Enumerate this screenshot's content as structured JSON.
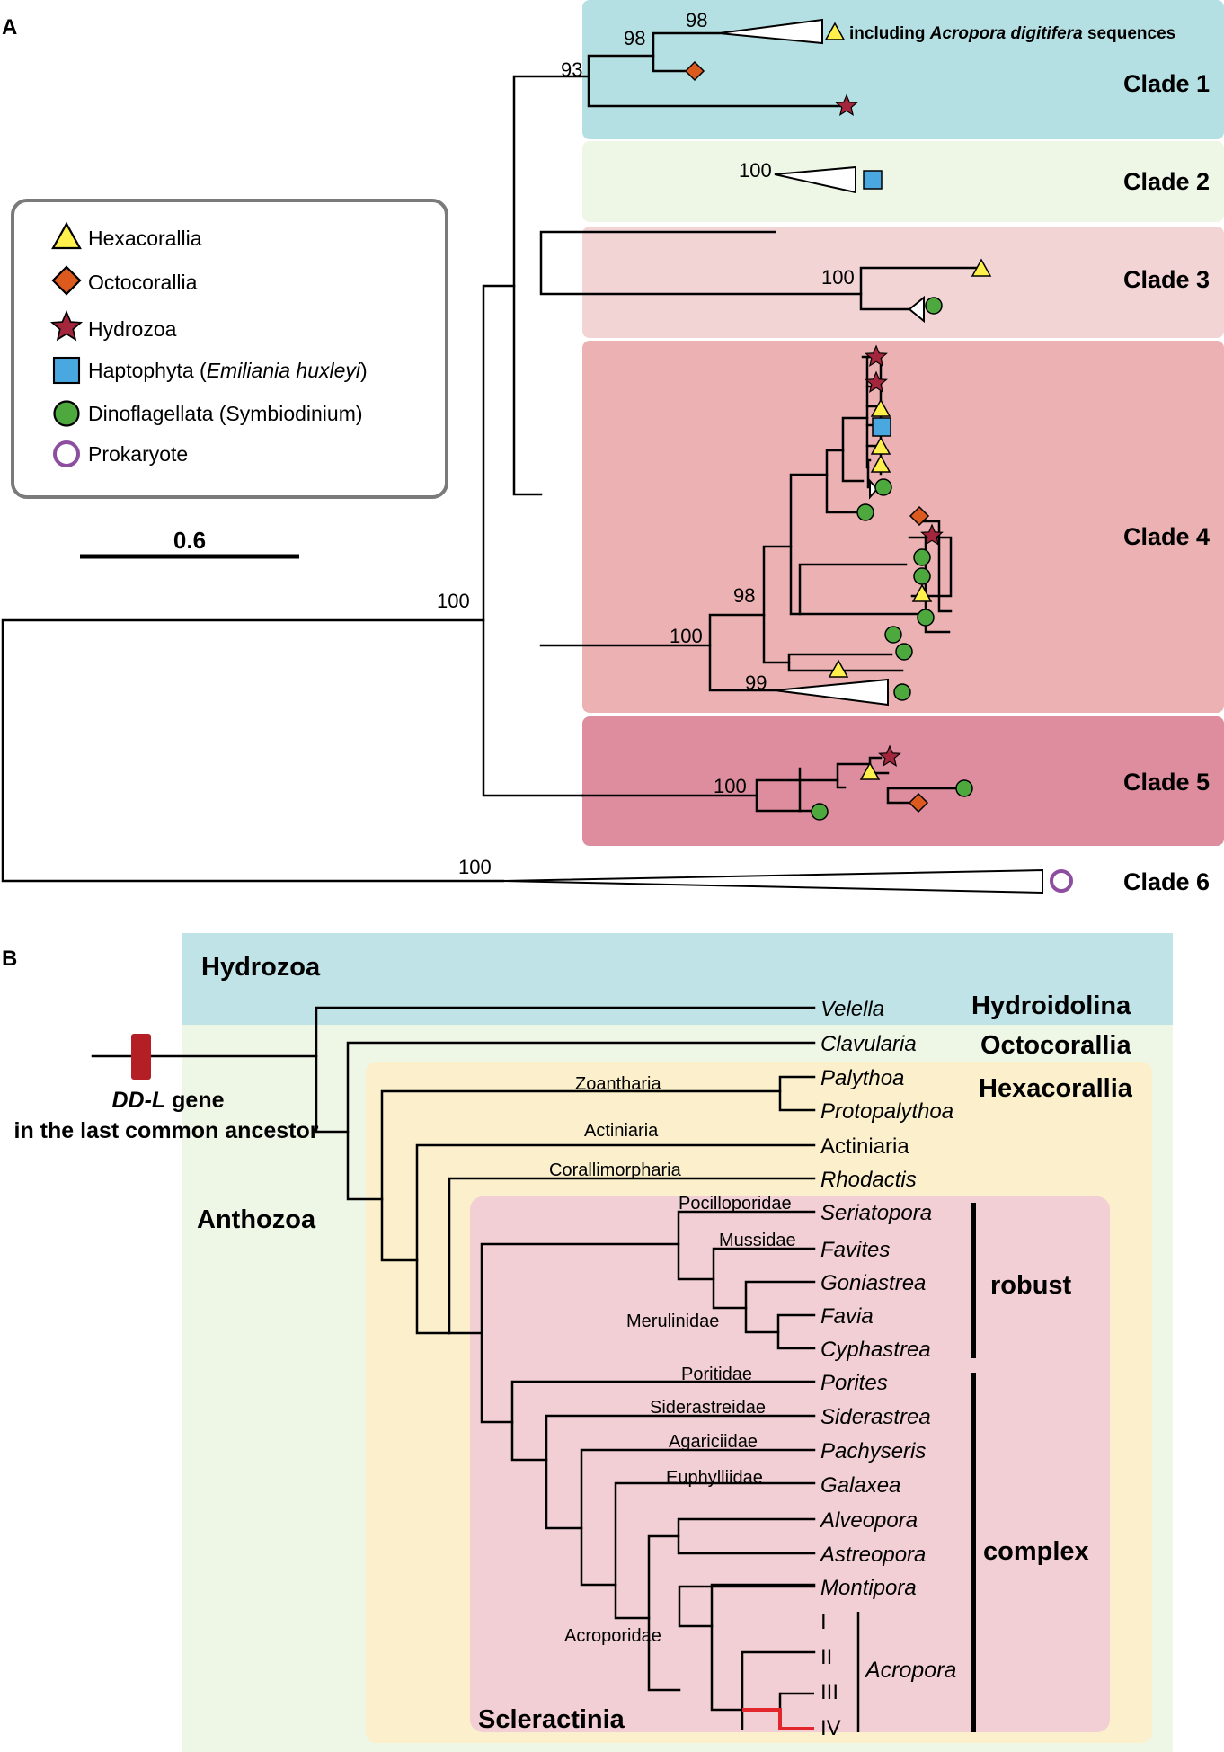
{
  "panel_a": {
    "label": "A",
    "clades": [
      "Clade 1",
      "Clade 2",
      "Clade 3",
      "Clade 4",
      "Clade 5",
      "Clade 6"
    ],
    "colors": {
      "clade1": "#b5e0e3",
      "clade2": "#eef6e6",
      "clade3": "#f3d4d5",
      "clade4": "#ecb2b3",
      "clade5": "#de8d9e",
      "hexacorallia": "#fff04c",
      "octocorallia": "#dd5a1f",
      "hydrozoa": "#a3263c",
      "haptophyta": "#4aa8e0",
      "dinoflagellata": "#4da83d",
      "prokaryote": "#8e4ea0"
    },
    "annotation_prefix": "including ",
    "annotation_italic": "Acropora digitifera",
    "annotation_suffix": " sequences",
    "bootstrap": [
      "93",
      "98",
      "98",
      "100",
      "100",
      "100",
      "98",
      "100",
      "99",
      "100",
      "100"
    ],
    "scale_label": "0.6",
    "legend": [
      {
        "icon": "triangle-icon",
        "text": "Hexacorallia"
      },
      {
        "icon": "diamond-icon",
        "text": "Octocorallia"
      },
      {
        "icon": "star-icon",
        "text": "Hydrozoa"
      },
      {
        "icon": "square-icon",
        "text_before": "Haptophyta (",
        "text_italic": "Emiliania huxleyi",
        "text_after": ")"
      },
      {
        "icon": "circle-icon",
        "text": "Dinoflagellata (Symbiodinium)"
      },
      {
        "icon": "open-circle-icon",
        "text": "Prokaryote"
      }
    ]
  },
  "panel_b": {
    "label": "B",
    "colors": {
      "hydrozoa_bg": "#bfe3e6",
      "anthozoa_bg": "#eef6e6",
      "hexacorallia_bg": "#fbf0cb",
      "scleractinia_bg": "#f2cfd4",
      "gene_marker": "#b31f24",
      "highlight_branch": "#e3262b"
    },
    "groups": {
      "hydrozoa": "Hydrozoa",
      "anthozoa": "Anthozoa",
      "scleractinia": "Scleractinia",
      "hydroidolina": "Hydroidolina",
      "octocorallia": "Octocorallia",
      "hexacorallia": "Hexacorallia",
      "robust": "robust",
      "complex": "complex",
      "acropora": "Acropora"
    },
    "gene_label_italic": "DD-L",
    "gene_label_rest": " gene",
    "gene_label_line2": "in the last common ancestor",
    "taxa": [
      "Velella",
      "Clavularia",
      "Palythoa",
      "Protopalythoa",
      "Actiniaria",
      "Rhodactis",
      "Seriatopora",
      "Favites",
      "Goniastrea",
      "Favia",
      "Cyphastrea",
      "Porites",
      "Siderastrea",
      "Pachyseris",
      "Galaxea",
      "Alveopora",
      "Astreopora",
      "Montipora",
      "I",
      "II",
      "III",
      "IV"
    ],
    "families": [
      "Zoantharia",
      "Actiniaria",
      "Corallimorpharia",
      "Pocilloporidae",
      "Mussidae",
      "Merulinidae",
      "Poritidae",
      "Siderastreidae",
      "Agariciidae",
      "Euphylliidae",
      "Acroporidae"
    ]
  }
}
